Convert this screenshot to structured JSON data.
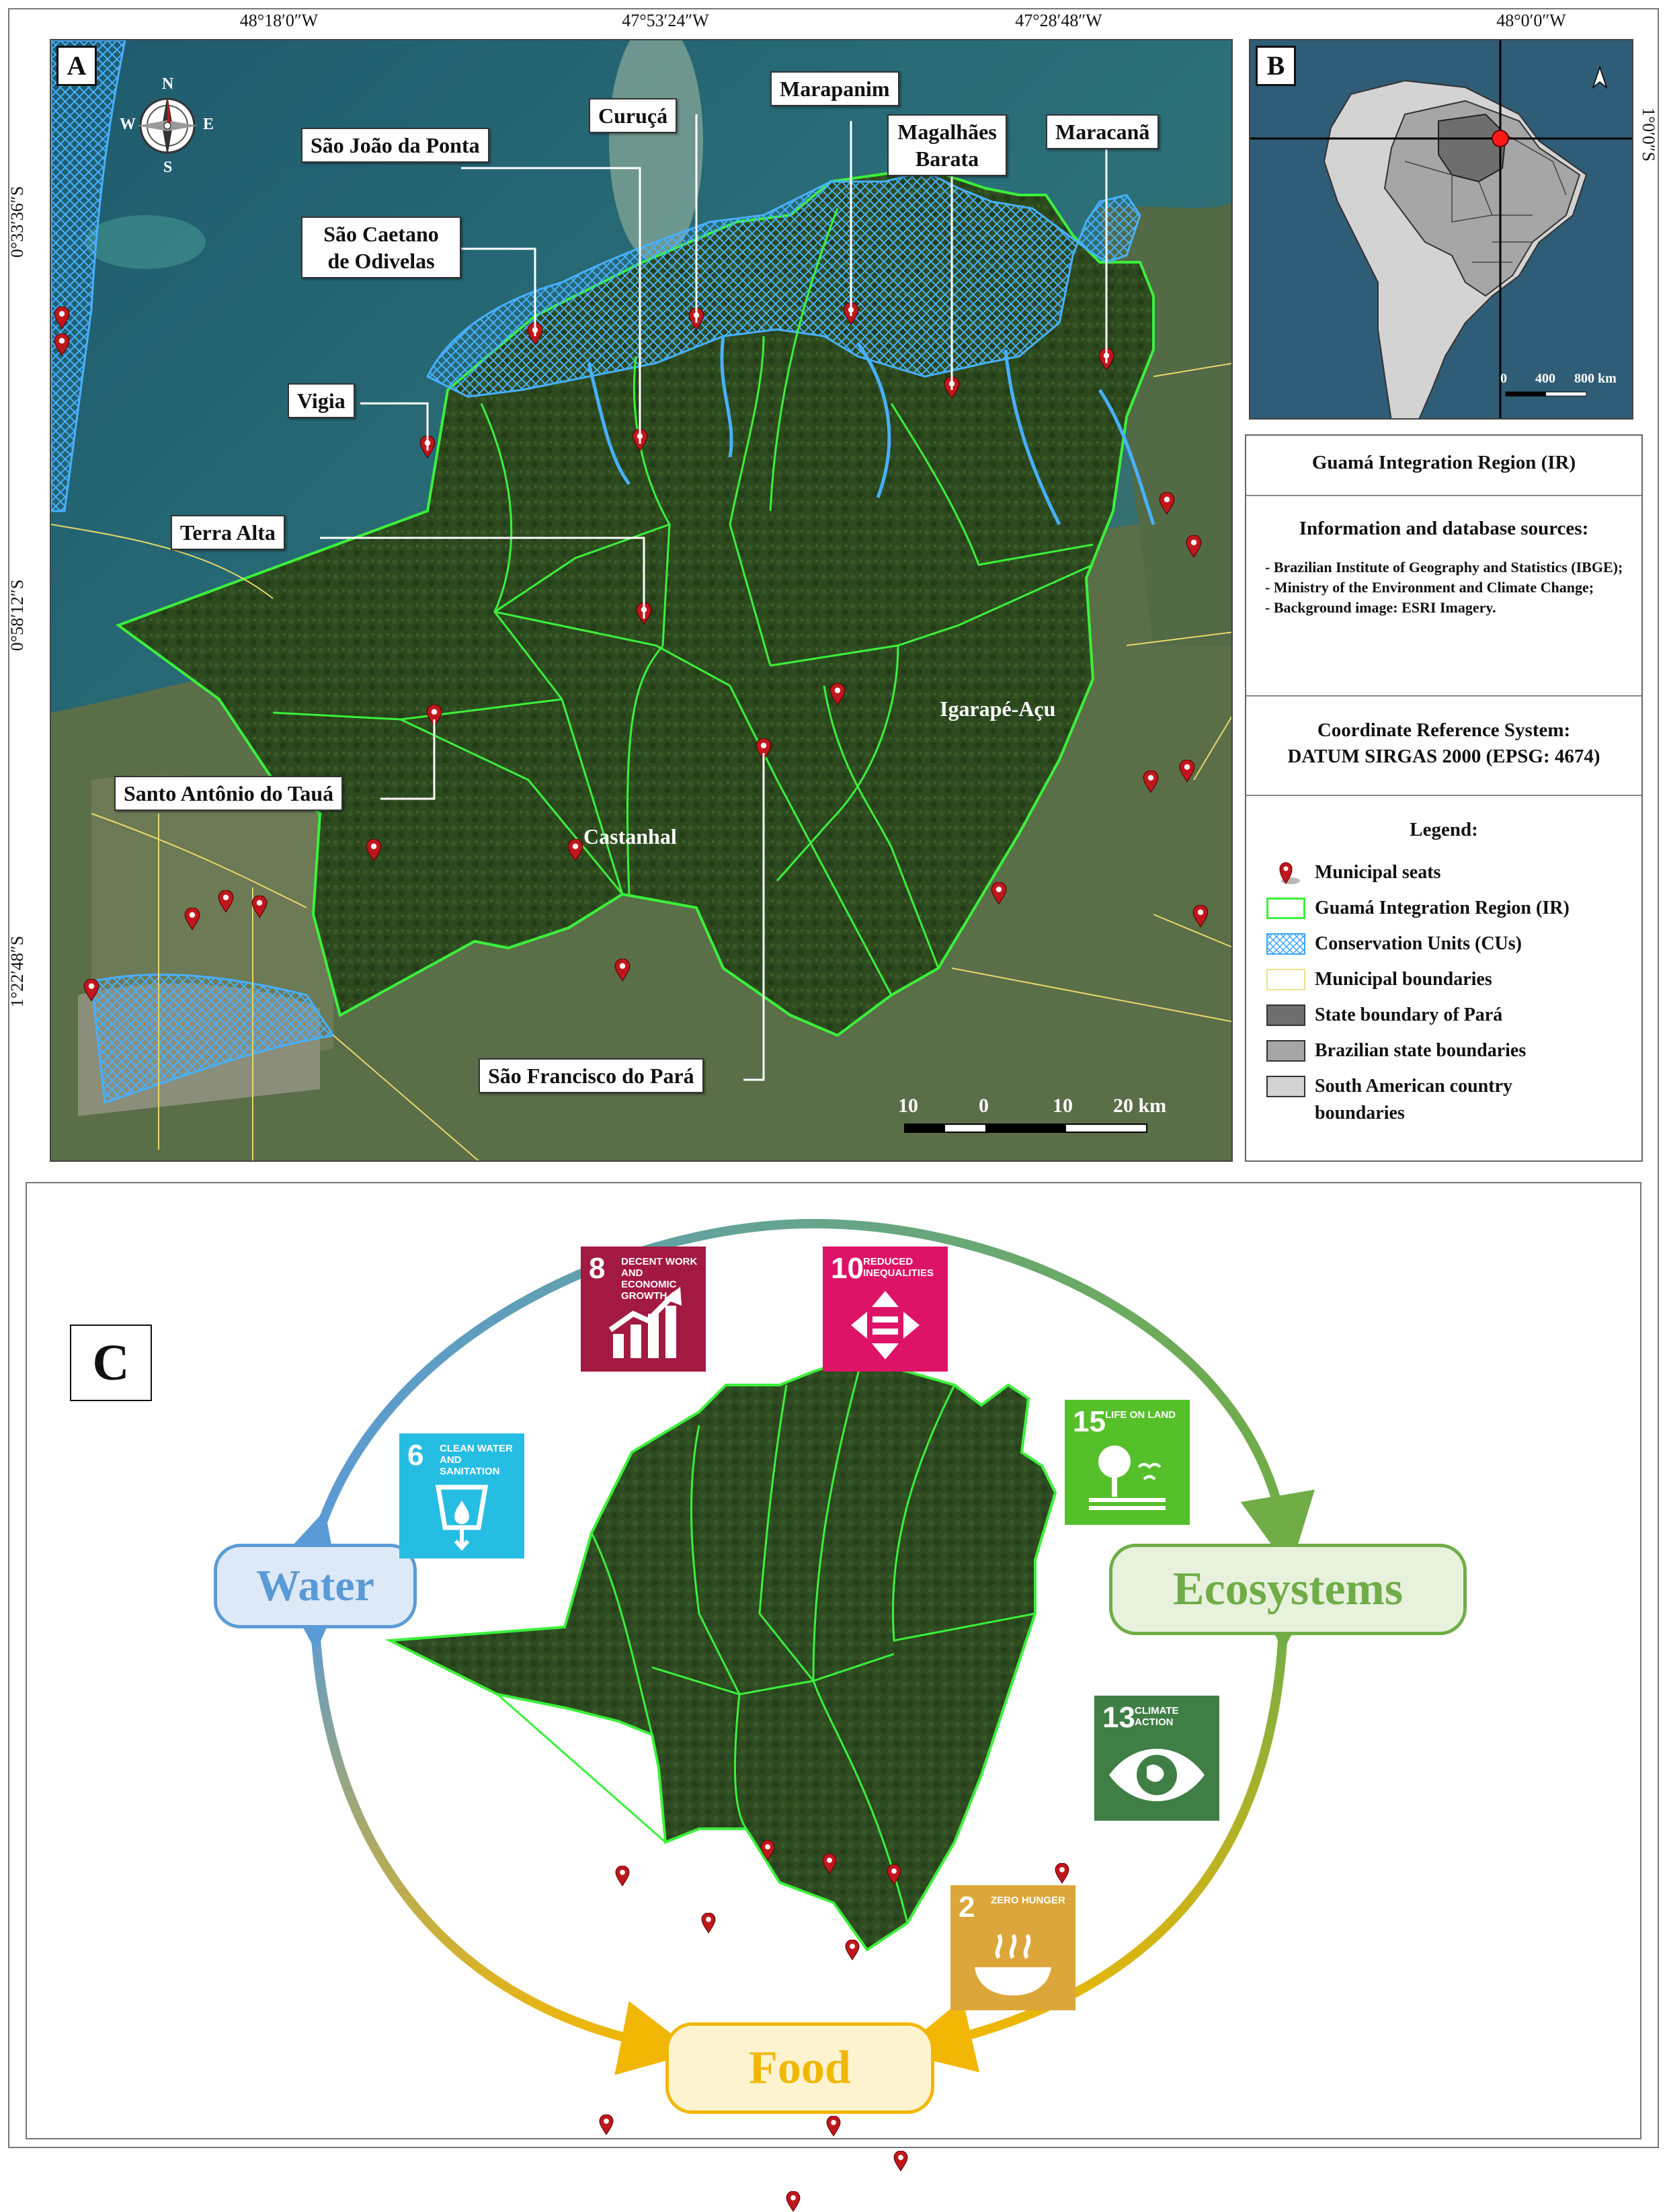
{
  "panel_a": {
    "letter": "A",
    "coords_top": [
      "48°18′0″W",
      "47°53′24″W",
      "47°28′48″W"
    ],
    "coords_left": [
      "0°33′36″S",
      "0°58′12″S",
      "1°22′48″S"
    ],
    "municipalities": [
      "São João da Ponta",
      "São Caetano de Odivelas",
      "Curuçá",
      "Marapanim",
      "Magalhães Barata",
      "Maracanã",
      "Vigia",
      "Terra Alta",
      "Igarapé-Açu",
      "Santo Antônio do Tauá",
      "Castanhal",
      "São Francisco do Pará"
    ],
    "compass": {
      "n": "N",
      "s": "S",
      "e": "E",
      "w": "W"
    },
    "scale": {
      "ticks": [
        "10",
        "0",
        "10",
        "20 km"
      ]
    },
    "colors": {
      "region_outline": "#3cf03c",
      "conservation": "#3aa6ff",
      "municipal_boundary": "#e6d86a",
      "seat_marker": "#c0171d"
    }
  },
  "panel_b": {
    "letter": "B",
    "coord_top": "48°0′0″W",
    "coord_right": "1°0′0″S",
    "scale_ticks": [
      "0",
      "400",
      "800 km"
    ]
  },
  "info": {
    "region_title": "Guamá Integration Region (IR)",
    "sources_title": "Information and database sources:",
    "sources": [
      "- Brazilian Institute of Geography and Statistics (IBGE);",
      "- Ministry of the Environment and Climate Change;",
      "- Background image: ESRI Imagery."
    ],
    "crs_title": "Coordinate Reference System:",
    "crs_value": "DATUM SIRGAS 2000 (EPSG: 4674)",
    "legend_title": "Legend:",
    "legend": [
      "Municipal seats",
      "Guamá Integration Region (IR)",
      "Conservation Units (CUs)",
      "Municipal boundaries",
      "State boundary of Pará",
      "Brazilian state boundaries",
      "South American country boundaries"
    ]
  },
  "panel_c": {
    "letter": "C",
    "nodes": {
      "water": "Water",
      "ecosystems": "Ecosystems",
      "food": "Food"
    },
    "colors": {
      "water": "#5b9bd5",
      "ecosystems": "#70ad47",
      "food": "#f2b705"
    },
    "sdgs": [
      {
        "number": "6",
        "title": "Clean water and sanitation",
        "color": "#26bde2",
        "icon": "water-drop-icon"
      },
      {
        "number": "8",
        "title": "Decent work and economic growth",
        "color": "#a21942",
        "icon": "growth-chart-icon"
      },
      {
        "number": "10",
        "title": "Reduced inequalities",
        "color": "#dd1367",
        "icon": "equality-arrows-icon"
      },
      {
        "number": "15",
        "title": "Life on land",
        "color": "#56c02b",
        "icon": "tree-icon"
      },
      {
        "number": "13",
        "title": "Climate action",
        "color": "#3f7e44",
        "icon": "earth-eye-icon"
      },
      {
        "number": "2",
        "title": "Zero hunger",
        "color": "#dda63a",
        "icon": "food-bowl-icon"
      }
    ]
  }
}
